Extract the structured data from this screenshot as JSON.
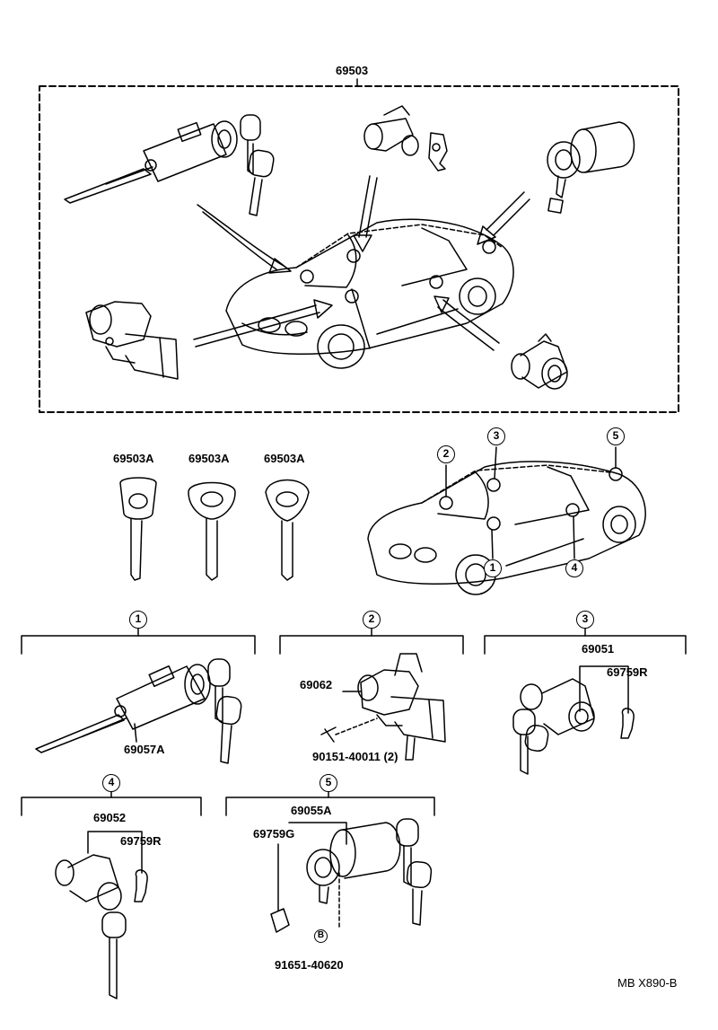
{
  "overall": {
    "assembly_number": "69503"
  },
  "keys": [
    "69503A",
    "69503A",
    "69503A"
  ],
  "location_numbers": [
    "2",
    "3",
    "5",
    "1",
    "4"
  ],
  "groups": [
    {
      "number": "1",
      "parts": [
        "69057A"
      ]
    },
    {
      "number": "2",
      "parts": [
        "69062",
        "90151-40011 (2)"
      ]
    },
    {
      "number": "3",
      "parts": [
        "69051",
        "69759R"
      ]
    },
    {
      "number": "4",
      "parts": [
        "69052",
        "69759R"
      ]
    },
    {
      "number": "5",
      "parts": [
        "69055A",
        "69759G",
        "B",
        "91651-40620"
      ]
    }
  ],
  "footer": {
    "code": "MB X890-B"
  },
  "icons": [
    "ignition-lock-cylinder",
    "door-lock-cylinder",
    "luggage-compartment-lock",
    "glove-box-lock",
    "key",
    "car-outline"
  ]
}
